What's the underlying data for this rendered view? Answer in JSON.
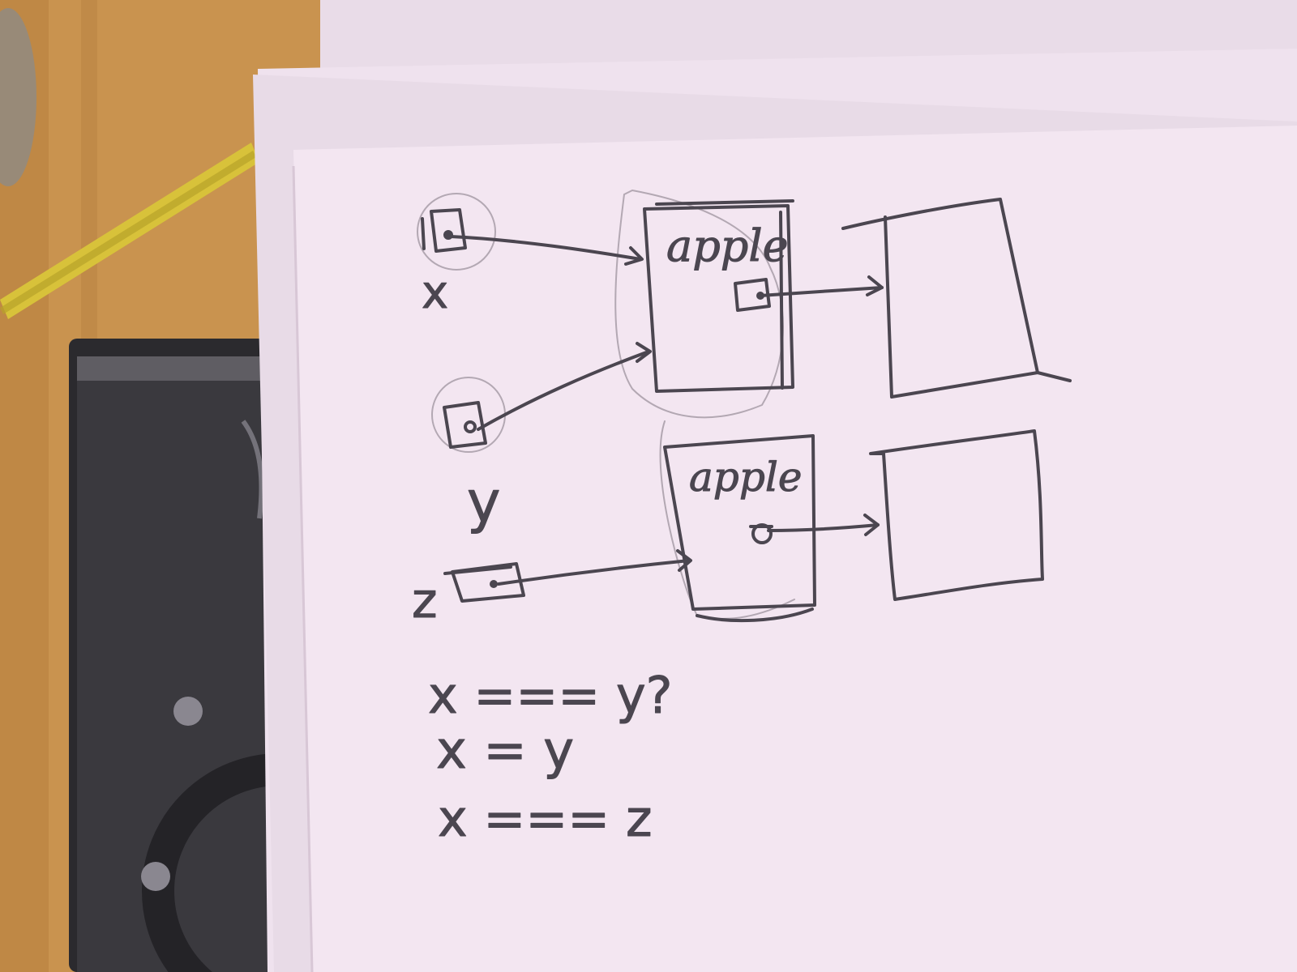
{
  "colors": {
    "desk": "#c9934f",
    "desk_dark": "#b07a3c",
    "paper": "#f3e6f1",
    "paper_shadow": "#d8c7d6",
    "ink": "#4b4650",
    "pencil": "#d8c23a",
    "binder": "#2b2a2e"
  },
  "objects": [
    "pencil-icon",
    "binder-icon"
  ],
  "diagram": {
    "variables": {
      "x": "x",
      "y": "y",
      "z": "z"
    },
    "object_labels": {
      "top": "apple",
      "bottom": "apple"
    },
    "equations": [
      "x === y?",
      "x = y",
      "x === z"
    ]
  }
}
